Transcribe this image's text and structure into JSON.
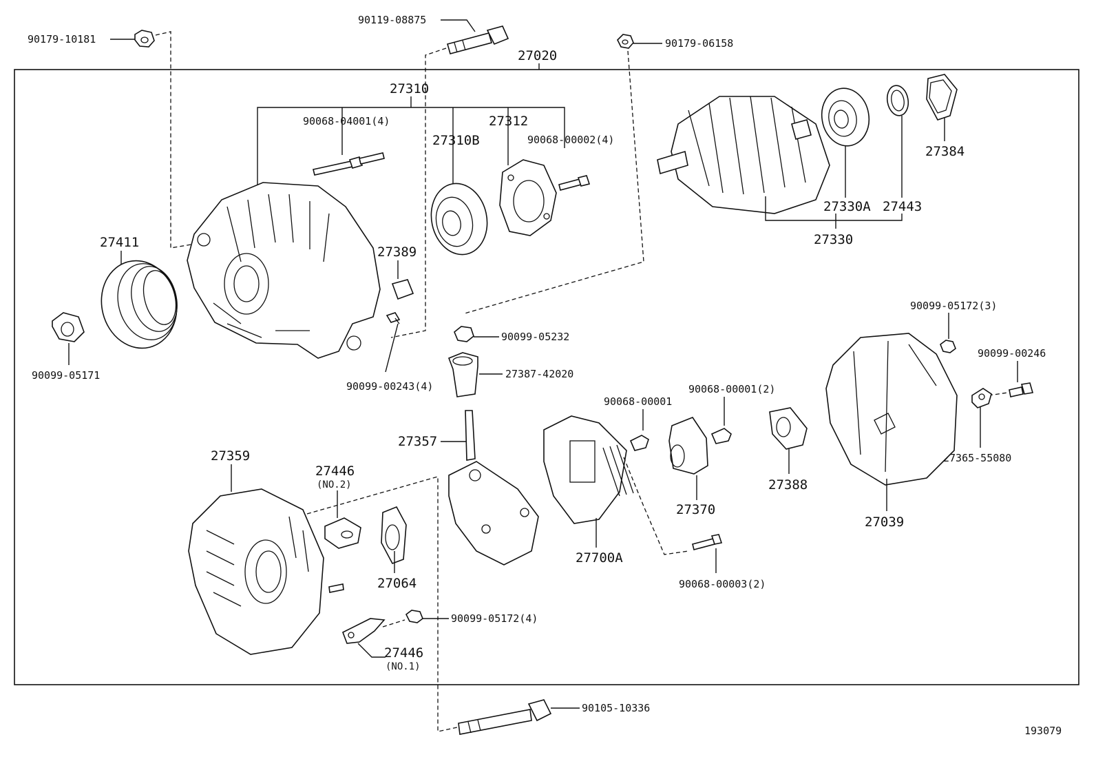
{
  "diagram": {
    "assembly_number": "27020",
    "image_number": "193079",
    "parts": {
      "p90179_10181": "90179-10181",
      "p90119_08875": "90119-08875",
      "p90179_06158": "90179-06158",
      "p27310": "27310",
      "p90068_04001": "90068-04001(4)",
      "p27312": "27312",
      "p27310B": "27310B",
      "p90068_00002": "90068-00002(4)",
      "p27384": "27384",
      "p27330A": "27330A",
      "p27443": "27443",
      "p27330": "27330",
      "p27411": "27411",
      "p27389": "27389",
      "p90099_05171": "90099-05171",
      "p90099_05232": "90099-05232",
      "p90099_00243": "90099-00243(4)",
      "p27387_42020": "27387-42020",
      "p90099_05172_3": "90099-05172(3)",
      "p90099_00246": "90099-00246",
      "p90068_00001": "90068-00001",
      "p90068_00001_2": "90068-00001(2)",
      "p27357": "27357",
      "p27359": "27359",
      "p27446_no2": "27446",
      "no2": "(NO.2)",
      "p27365_55080": "27365-55080",
      "p27388": "27388",
      "p27370": "27370",
      "p27039": "27039",
      "p27700A": "27700A",
      "p27064": "27064",
      "p90068_00003": "90068-00003(2)",
      "p90099_05172_4": "90099-05172(4)",
      "p27446_no1": "27446",
      "no1": "(NO.1)",
      "p90105_10336": "90105-10336"
    }
  }
}
